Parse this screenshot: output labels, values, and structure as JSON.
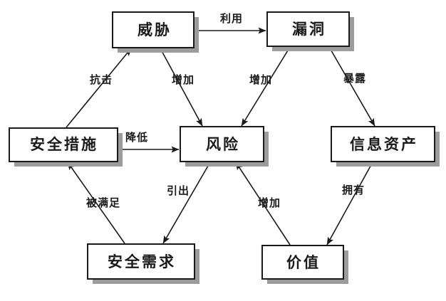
{
  "diagram": {
    "nodes": {
      "threat": {
        "label": "威胁"
      },
      "vulnerability": {
        "label": "漏洞"
      },
      "security_measures": {
        "label": "安全措施"
      },
      "risk": {
        "label": "风险"
      },
      "information_assets": {
        "label": "信息资产"
      },
      "security_requirements": {
        "label": "安全需求"
      },
      "value": {
        "label": "价值"
      }
    },
    "edges": {
      "exploit": {
        "label": "利用",
        "from": "threat",
        "to": "vulnerability"
      },
      "resist": {
        "label": "抗击",
        "from": "security_measures",
        "to": "threat"
      },
      "increase_by_threat": {
        "label": "增加",
        "from": "threat",
        "to": "risk"
      },
      "increase_by_vulnerability": {
        "label": "增加",
        "from": "vulnerability",
        "to": "risk"
      },
      "expose": {
        "label": "暴露",
        "from": "vulnerability",
        "to": "information_assets"
      },
      "reduce": {
        "label": "降低",
        "from": "security_measures",
        "to": "risk"
      },
      "be_satisfied": {
        "label": "被满足",
        "from": "security_requirements",
        "to": "security_measures"
      },
      "lead_to": {
        "label": "引出",
        "from": "risk",
        "to": "security_requirements"
      },
      "increase_by_value": {
        "label": "增加",
        "from": "value",
        "to": "risk"
      },
      "possess": {
        "label": "拥有",
        "from": "information_assets",
        "to": "value"
      }
    },
    "colors": {
      "line": "#1a1a1a",
      "box_fill": "#ffffff",
      "box_border": "#1a1a1a",
      "shadow": "#9c9c9c",
      "background": "#ffffff"
    }
  }
}
